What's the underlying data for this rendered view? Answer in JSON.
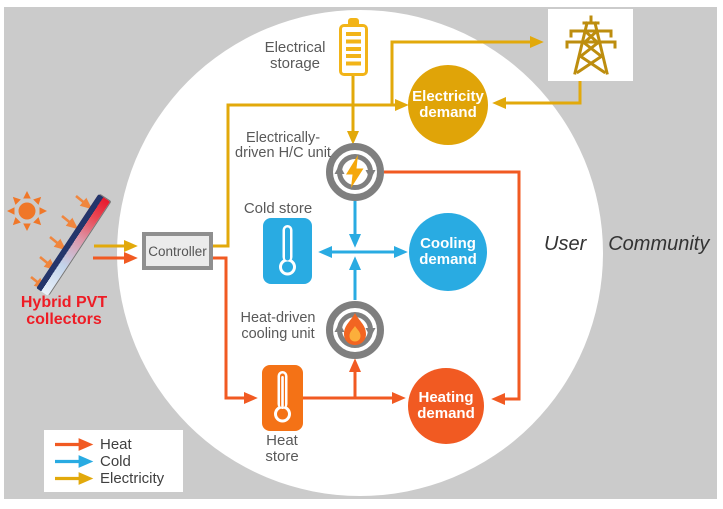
{
  "palette": {
    "background_gray": "#CBCBCB",
    "heat": "#F15A22",
    "cold": "#29ABE2",
    "electricity": "#E2A90B",
    "electricity_demand_fill": "#E0A408",
    "cooling_demand_fill": "#29ABE2",
    "heating_demand_fill": "#F15A22",
    "heat_store_fill": "#F47216",
    "cold_store_fill": "#29ABE2",
    "unit_icon_gray": "#7F7F7F",
    "tower_gold": "#BD8D0E",
    "battery_yellow": "#F2B418",
    "sun_orange": "#F07728",
    "pvt_label_red": "#EE1C25"
  },
  "nodes": {
    "electrical_storage": {
      "line1": "Electrical",
      "line2": "storage"
    },
    "electricity_demand": {
      "line1": "Electricity",
      "line2": "demand"
    },
    "hc_unit": {
      "line1": "Electrically-",
      "line2": "driven H/C unit"
    },
    "cold_store": {
      "label": "Cold store"
    },
    "cooling_demand": {
      "line1": "Cooling",
      "line2": "demand"
    },
    "cooling_unit": {
      "line1": "Heat-driven",
      "line2": "cooling unit"
    },
    "heat_store": {
      "line1": "Heat",
      "line2": "store"
    },
    "heating_demand": {
      "line1": "Heating",
      "line2": "demand"
    },
    "controller": {
      "label": "Controller"
    },
    "pvt": {
      "line1": "Hybrid PVT",
      "line2": "collectors"
    },
    "community": {
      "word1": "User",
      "word2": "Community"
    }
  },
  "legend": {
    "items": [
      {
        "label": "Heat",
        "color": "#F15A22"
      },
      {
        "label": "Cold",
        "color": "#29ABE2"
      },
      {
        "label": "Electricity",
        "color": "#E2A90B"
      }
    ]
  }
}
